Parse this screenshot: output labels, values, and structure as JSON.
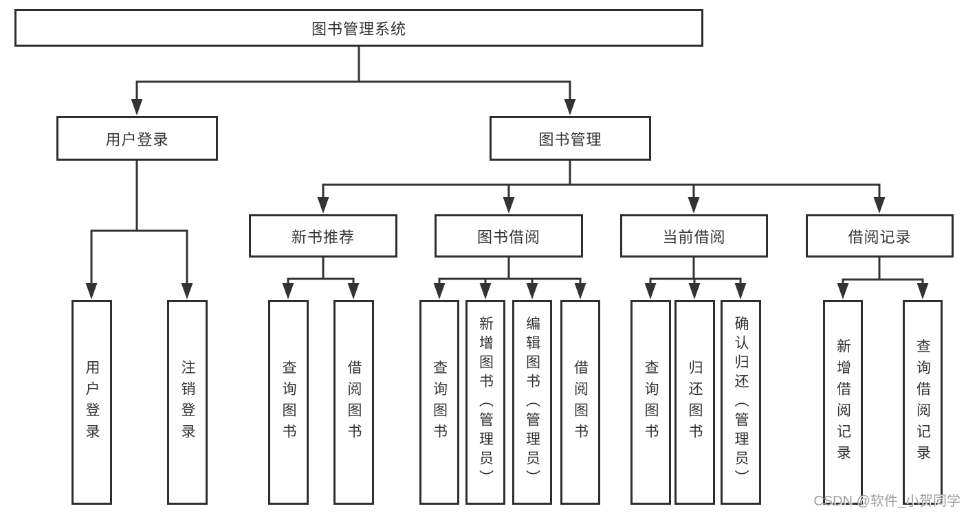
{
  "diagram_type": "hierarchy-tree",
  "hierarchy": {
    "label": "图书管理系统",
    "children": [
      {
        "label": "用户登录",
        "children": [
          {
            "label": "用户登录"
          },
          {
            "label": "注销登录"
          }
        ]
      },
      {
        "label": "图书管理",
        "children": [
          {
            "label": "新书推荐",
            "children": [
              {
                "label": "查询图书"
              },
              {
                "label": "借阅图书"
              }
            ]
          },
          {
            "label": "图书借阅",
            "children": [
              {
                "label": "查询图书"
              },
              {
                "label": "新增图书（管理员）"
              },
              {
                "label": "编辑图书（管理员）"
              },
              {
                "label": "借阅图书"
              }
            ]
          },
          {
            "label": "当前借阅",
            "children": [
              {
                "label": "查询图书"
              },
              {
                "label": "归还图书"
              },
              {
                "label": "确认归还（管理员）"
              }
            ]
          },
          {
            "label": "借阅记录",
            "children": [
              {
                "label": "新增借阅记录"
              },
              {
                "label": "查询借阅记录"
              }
            ]
          }
        ]
      }
    ]
  },
  "watermark": {
    "text": "CSDN @软件_小贺同学"
  },
  "colors": {
    "line": "#333333",
    "box_border": "#2e2e2e",
    "text": "#333333",
    "watermark": "#9e9e9e",
    "background": "#ffffff"
  }
}
